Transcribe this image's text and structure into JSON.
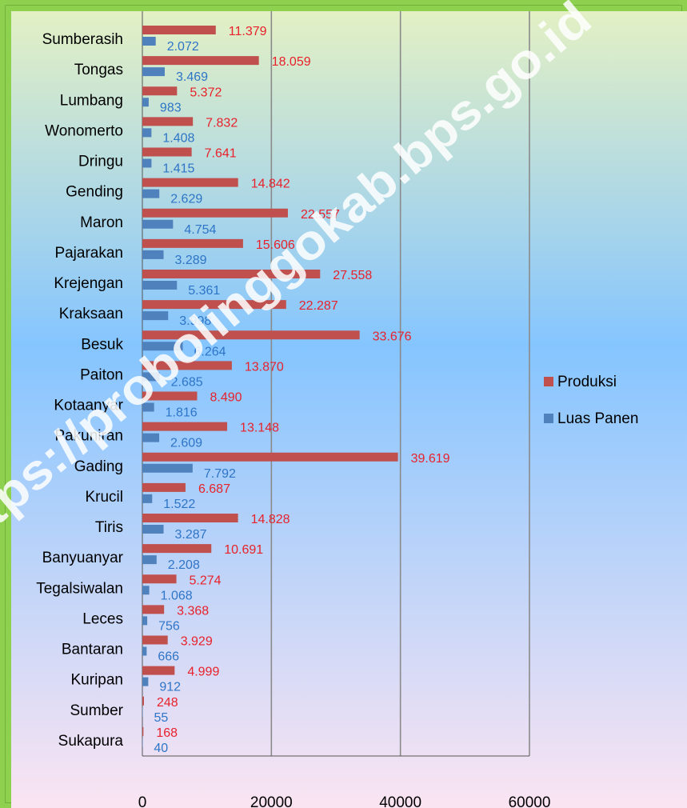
{
  "chart_data": {
    "type": "bar",
    "orientation": "horizontal",
    "categories": [
      "Sumberasih",
      "Tongas",
      "Lumbang",
      "Wonomerto",
      "Dringu",
      "Gending",
      "Maron",
      "Pajarakan",
      "Krejengan",
      "Kraksaan",
      "Besuk",
      "Paiton",
      "Kotaanyar",
      "Pakuniran",
      "Gading",
      "Krucil",
      "Tiris",
      "Banyuanyar",
      "Tegalsiwalan",
      "Leces",
      "Bantaran",
      "Kuripan",
      "Sumber",
      "Sukapura"
    ],
    "series": [
      {
        "name": "Produksi",
        "color": "#c0504d",
        "label_color": "#e8212b",
        "values": [
          11379,
          18059,
          5372,
          7832,
          7641,
          14842,
          22557,
          15606,
          27558,
          22287,
          33676,
          13870,
          8490,
          13148,
          39619,
          6687,
          14828,
          10691,
          5274,
          3368,
          3929,
          4999,
          248,
          168
        ],
        "labels": [
          "11.379",
          "18.059",
          "5.372",
          "7.832",
          "7.641",
          "14.842",
          "22.557",
          "15.606",
          "27.558",
          "22.287",
          "33.676",
          "13.870",
          "8.490",
          "13.148",
          "39.619",
          "6.687",
          "14.828",
          "10.691",
          "5.274",
          "3.368",
          "3.929",
          "4.999",
          "248",
          "168"
        ]
      },
      {
        "name": "Luas Panen",
        "color": "#4f81bd",
        "label_color": "#2e75c7",
        "values": [
          2072,
          3469,
          983,
          1408,
          1415,
          2629,
          4754,
          3289,
          5361,
          3998,
          6264,
          2685,
          1816,
          2609,
          7792,
          1522,
          3287,
          2208,
          1068,
          756,
          666,
          912,
          55,
          40
        ],
        "labels": [
          "2.072",
          "3.469",
          "983",
          "1.408",
          "1.415",
          "2.629",
          "4.754",
          "3.289",
          "5.361",
          "3.998",
          "6.264",
          "2.685",
          "1.816",
          "2.609",
          "7.792",
          "1.522",
          "3.287",
          "2.208",
          "1.068",
          "756",
          "666",
          "912",
          "55",
          "40"
        ]
      }
    ],
    "xlim": [
      0,
      60000
    ],
    "xticks": [
      "0",
      "20000",
      "40000",
      "60000"
    ],
    "xtick_values": [
      0,
      20000,
      40000,
      60000
    ],
    "grid": "vertical",
    "legend": "right",
    "watermark": "https://probolinggokab.bps.go.id",
    "colors": {
      "background": "#8dd14f",
      "plot_top": "#e3f0c4",
      "plot_mid": "#85c5ff",
      "plot_bottom": "#fbe4f2",
      "gridline": "#8a8a8a"
    }
  }
}
